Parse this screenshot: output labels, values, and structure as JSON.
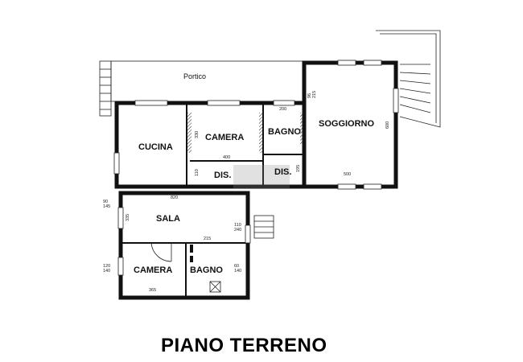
{
  "title": "PIANO TERRENO",
  "rooms": {
    "portico": "Portico",
    "cucina": "CUCINA",
    "camera_top": "CAMERA",
    "bagno_top": "BAGNO",
    "soggiorno": "SOGGIORNO",
    "dis_1": "DIS.",
    "dis_2": "DIS.",
    "sala": "SALA",
    "camera_bottom": "CAMERA",
    "bagno_bottom": "BAGNO"
  },
  "dimensions": {
    "camera_top_width": "400",
    "camera_top_height": "330",
    "dis1_height": "110",
    "bagno_top_width": "200",
    "dis2_height": "195",
    "soggiorno_width": "500",
    "soggiorno_height": "600",
    "sala_width": "820",
    "sala_height": "335",
    "left_opening": "90\n145",
    "bagno_bottom_width": "215",
    "right_opening": "110\n240",
    "camera_bottom_width": "365",
    "camera_bottom_left": "120\n140",
    "bagno_bottom_height": "60\n140",
    "soggiorno_left": "96\n215"
  }
}
